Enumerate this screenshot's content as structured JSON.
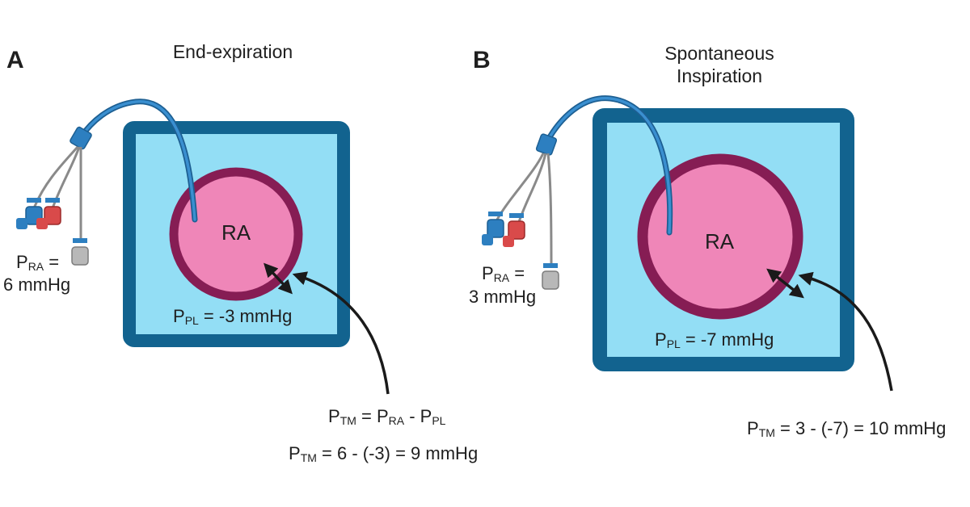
{
  "panel_a": {
    "letter": "A",
    "title": "End-expiration",
    "ra_label": "RA",
    "pra_p": "P",
    "pra_sub": "RA",
    "pra_eq": " =",
    "pra_value": "6 mmHg",
    "ppl_p": "P",
    "ppl_sub": "PL",
    "ppl_value": " = -3 mmHg",
    "eq1": {
      "p1": "P",
      "s1": "TM",
      "mid1": " = P",
      "s2": "RA",
      "mid2": " - P",
      "s3": "PL"
    },
    "eq2": {
      "p": "P",
      "s": "TM",
      "rest": " = 6 - (-3) = 9 mmHg"
    }
  },
  "panel_b": {
    "letter": "B",
    "title_line1": "Spontaneous",
    "title_line2": "Inspiration",
    "ra_label": "RA",
    "pra_p": "P",
    "pra_sub": "RA",
    "pra_eq": " =",
    "pra_value": "3 mmHg",
    "ppl_p": "P",
    "ppl_sub": "PL",
    "ppl_value": " = -7 mmHg",
    "eq": {
      "p": "P",
      "s": "TM",
      "rest": " = 3 - (-7) = 10 mmHg"
    }
  },
  "colors": {
    "box_border": "#12638f",
    "box_fill": "#93def5",
    "ra_fill": "#ef86b8",
    "ra_ring": "#861d54",
    "catheter": "#2d7fc0",
    "arrow": "#1a1a1a"
  }
}
